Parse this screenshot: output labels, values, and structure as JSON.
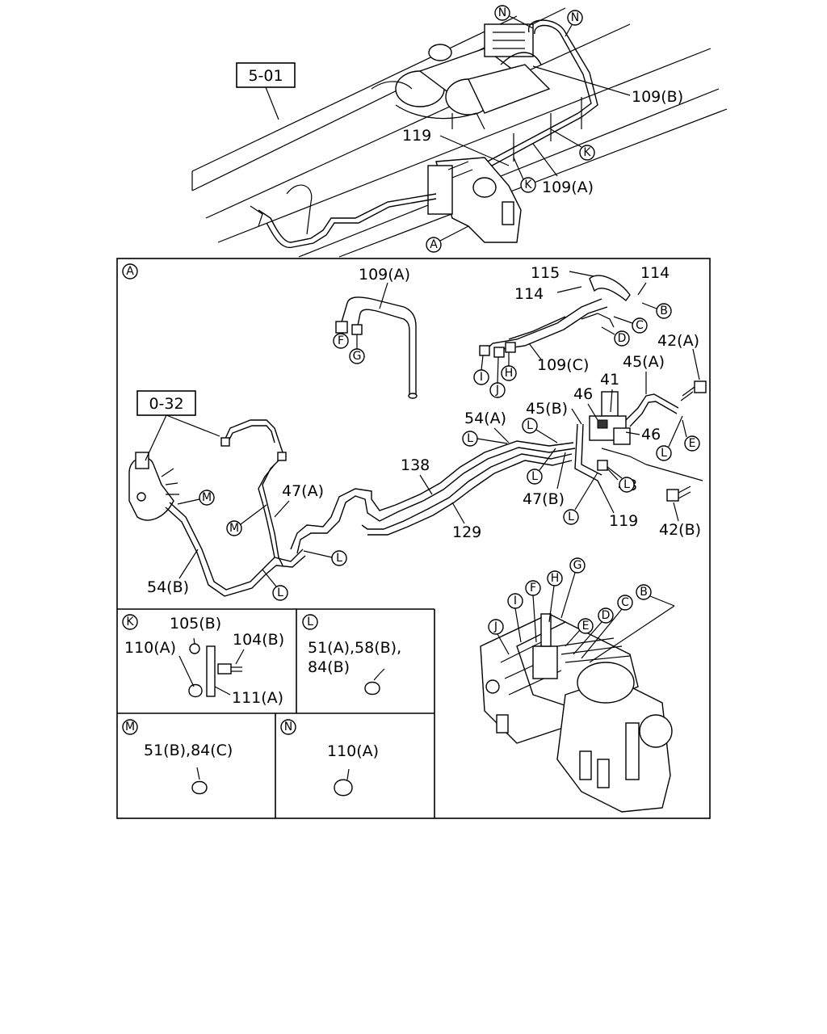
{
  "refs": {
    "ref_5_01": "5-01",
    "ref_0_32": "0-32"
  },
  "labels": {
    "p109B_top": "109(B)",
    "p119_top": "119",
    "p109A_top": "109(A)",
    "p109A_main": "109(A)",
    "p115": "115",
    "p114_right": "114",
    "p114_left": "114",
    "p42A": "42(A)",
    "p109C": "109(C)",
    "p45A": "45(A)",
    "p41": "41",
    "p46_top": "46",
    "p45B": "45(B)",
    "p46_right": "46",
    "p54A": "54(A)",
    "p138": "138",
    "p47A": "47(A)",
    "p43": "43",
    "p47B": "47(B)",
    "p119_main": "119",
    "p129": "129",
    "p42B": "42(B)",
    "p54B": "54(B)",
    "k_105B": "105(B)",
    "k_110A": "110(A)",
    "k_104B": "104(B)",
    "k_111A": "111(A)",
    "l_line1": "51(A),58(B),",
    "l_line2": "84(B)",
    "m_parts": "51(B),84(C)",
    "n_parts": "110(A)"
  },
  "letters": {
    "N": "N",
    "K": "K",
    "A": "A",
    "B": "B",
    "C": "C",
    "D": "D",
    "E": "E",
    "F": "F",
    "G": "G",
    "H": "H",
    "I": "I",
    "J": "J",
    "L": "L",
    "M": "M"
  }
}
